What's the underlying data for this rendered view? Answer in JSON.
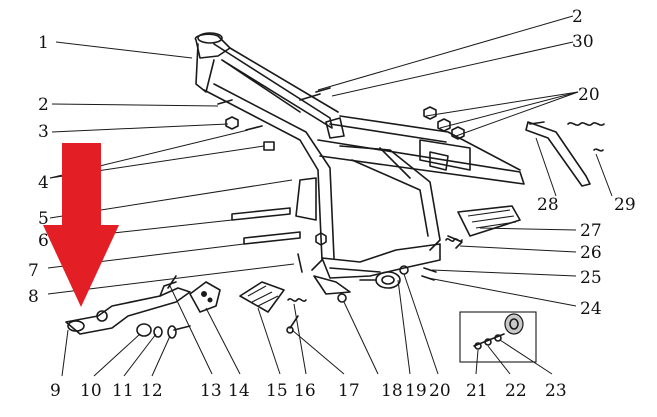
{
  "callouts": {
    "c1": "1",
    "c2_top": "2",
    "c30": "30",
    "c20_top": "20",
    "c2_left": "2",
    "c3": "3",
    "c4": "4",
    "c5": "5",
    "c6": "6",
    "c7": "7",
    "c8": "8",
    "c28": "28",
    "c29": "29",
    "c27": "27",
    "c26": "26",
    "c25": "25",
    "c24": "24",
    "c9": "9",
    "c10": "10",
    "c11": "11",
    "c12": "12",
    "c13": "13",
    "c14": "14",
    "c15": "15",
    "c16": "16",
    "c17": "17",
    "c18": "18",
    "c19": "19",
    "c20_bottom": "20",
    "c21": "21",
    "c22": "22",
    "c23": "23"
  },
  "colors": {
    "arrow": "#e31e24",
    "line": "#1a1a1a",
    "background": "#ffffff"
  },
  "icons": {
    "pointer": "down-arrow-icon"
  }
}
